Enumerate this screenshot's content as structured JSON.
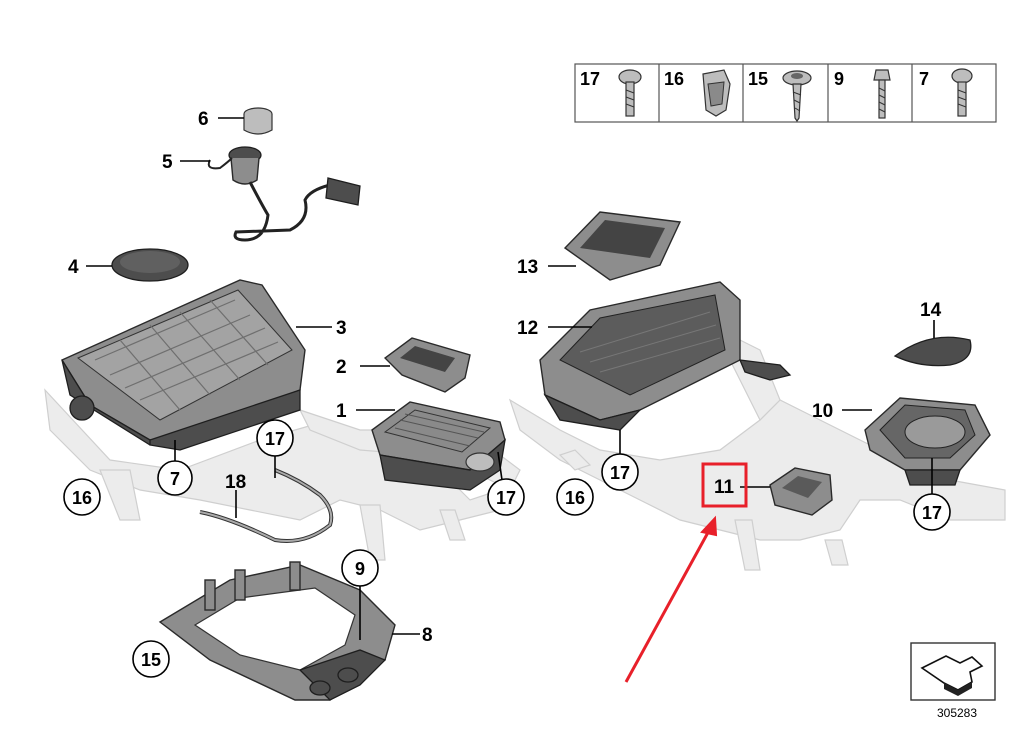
{
  "callouts": {
    "n1": "1",
    "n2": "2",
    "n3": "3",
    "n4": "4",
    "n5": "5",
    "n6": "6",
    "n7": "7",
    "n8": "8",
    "n9": "9",
    "n10": "10",
    "n11": "11",
    "n12": "12",
    "n13": "13",
    "n14": "14",
    "n15": "15",
    "n16": "16",
    "n17": "17",
    "n18": "18"
  },
  "fastener_table": [
    "17",
    "16",
    "15",
    "9",
    "7"
  ],
  "diagram_ref": "305283",
  "colors": {
    "highlight": "#e8202a",
    "arrow": "#e8202a"
  }
}
